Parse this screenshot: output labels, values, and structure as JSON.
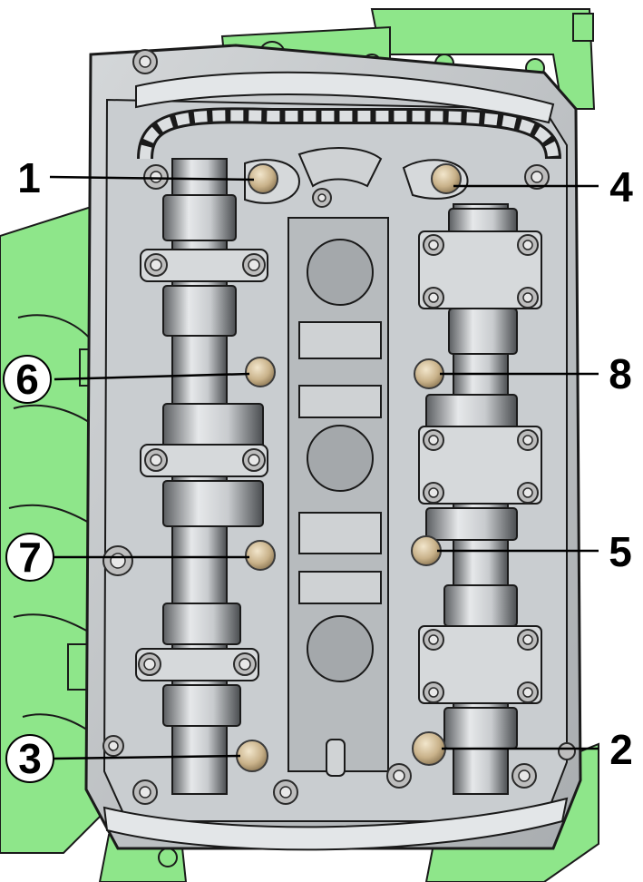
{
  "colors": {
    "engine_green": "#8ee68a",
    "head_gray": "#bfc3c6",
    "bolt_tan": "#c9b28a",
    "outline": "#1a1a1a"
  },
  "labels": {
    "l1": "1",
    "l2": "2",
    "l3": "3",
    "l4": "4",
    "l5": "5",
    "l6": "6",
    "l7": "7",
    "l8": "8"
  }
}
